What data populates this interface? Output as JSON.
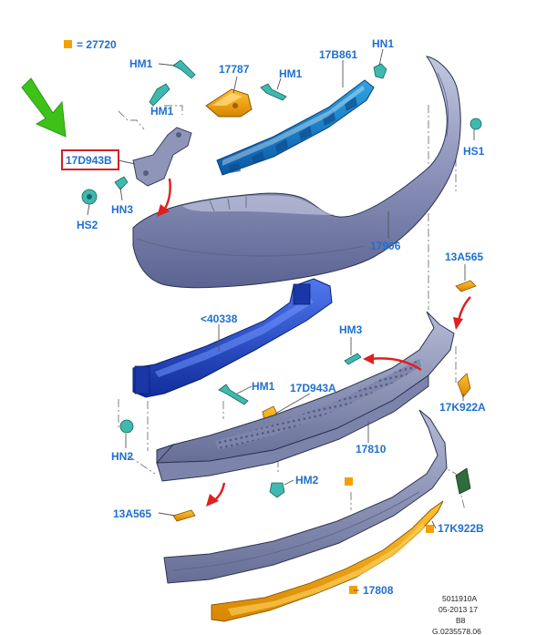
{
  "legend": {
    "note": "= 27720",
    "swatch_color": "#f5a000"
  },
  "labels": {
    "hm1_a": "HM1",
    "hm1_b": "HM1",
    "hm1_c": "HM1",
    "hm1_d": "HM1",
    "hn1": "HN1",
    "hs1": "HS1",
    "hn3": "HN3",
    "hs2": "HS2",
    "p17787": "17787",
    "p17b861": "17B861",
    "p17d943b": "17D943B",
    "p17906": "17906",
    "p13a565_a": "13A565",
    "p40338": "<40338",
    "hm3": "HM3",
    "p17k922a": "17K922A",
    "p17d943a": "17D943A",
    "hn2": "HN2",
    "p17810": "17810",
    "hm2": "HM2",
    "p13a565_b": "13A565",
    "p17k922b": "17K922B",
    "p17808": "17808"
  },
  "footer": {
    "line1": "5011910A",
    "line2": "05-2013 17",
    "line3": "B8",
    "line4": "G.0235578.06"
  },
  "colors": {
    "label_blue": "#1f6fd1",
    "highlight_red": "#d21f26",
    "pointer_green": "#3ec21a",
    "arrow_red": "#e02020",
    "bumper_grey": "#8d94b8",
    "bracket_blue": "#2140cc",
    "absorber_blue": "#1f65c6",
    "clip_teal": "#3fb9b0",
    "trim_orange": "#f0a000"
  }
}
